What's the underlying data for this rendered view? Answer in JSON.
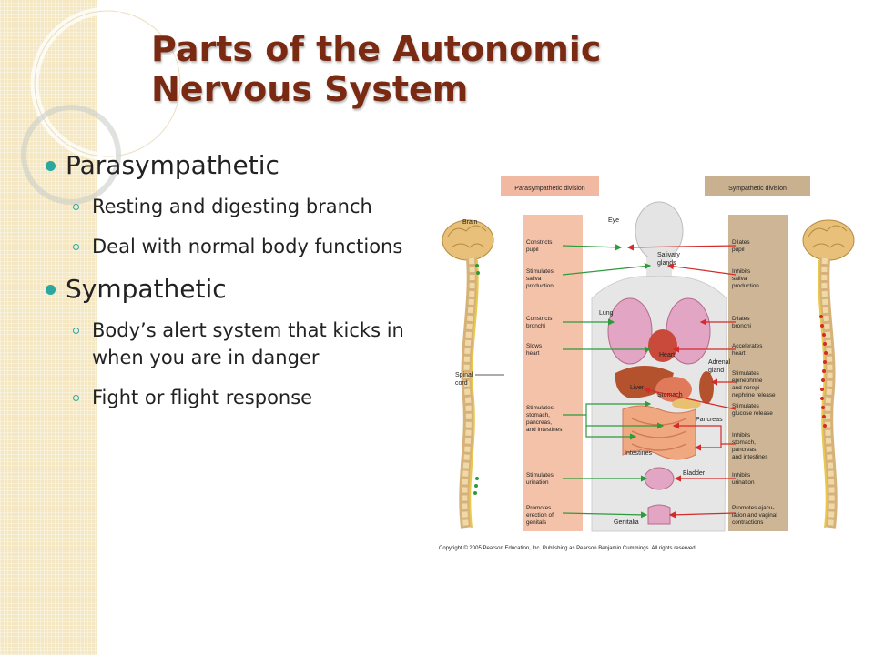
{
  "slide": {
    "title_line1": "Parts of the Autonomic",
    "title_line2": "Nervous System",
    "bullets": [
      {
        "label": "Parasympathetic",
        "subs": [
          "Resting and digesting branch",
          "Deal with normal body functions"
        ]
      },
      {
        "label": "Sympathetic",
        "subs": [
          "Body’s alert system that kicks in when you are in danger",
          "Fight or flight response"
        ]
      }
    ],
    "colors": {
      "title": "#7a2a12",
      "bullet": "#2aa7a0",
      "left_strip": "#f4e7c2"
    }
  },
  "figure": {
    "header_left": "Parasympathetic division",
    "header_right": "Sympathetic division",
    "organ_labels": {
      "brain": "Brain",
      "eye": "Eye",
      "salivary_1": "Salivary",
      "salivary_2": "glands",
      "lung": "Lung",
      "heart": "Heart",
      "adrenal_1": "Adrenal",
      "adrenal_2": "gland",
      "liver": "Liver",
      "stomach": "Stomach",
      "pancreas": "Pancreas",
      "intestines": "Intestines",
      "bladder": "Bladder",
      "genitalia": "Genitalia",
      "spinal_1": "Spinal",
      "spinal_2": "cord"
    },
    "left_effects": [
      [
        "Constricts",
        "pupil"
      ],
      [
        "Stimulates",
        "saliva",
        "production"
      ],
      [
        "Constricts",
        "bronchi"
      ],
      [
        "Slows",
        "heart"
      ],
      [
        "Stimulates",
        "stomach,",
        "pancreas,",
        "and intestines"
      ],
      [
        "Stimulates",
        "urination"
      ],
      [
        "Promotes",
        "erection of",
        "genitals"
      ]
    ],
    "right_effects": [
      [
        "Dilates",
        "pupil"
      ],
      [
        "Inhibits",
        "saliva",
        "production"
      ],
      [
        "Dilates",
        "bronchi"
      ],
      [
        "Accelerates",
        "heart"
      ],
      [
        "Stimulates",
        "epinephrine",
        "and norepi-",
        "nephrine release"
      ],
      [
        "Stimulates",
        "glucose release"
      ],
      [
        "Inhibits",
        "stomach,",
        "pancreas,",
        "and intestines"
      ],
      [
        "Inhibits",
        "urination"
      ],
      [
        "Promotes ejacu-",
        "lation and vaginal",
        "contractions"
      ]
    ],
    "copyright": "Copyright © 2005 Pearson Education, Inc. Publishing as Pearson Benjamin Cummings. All rights reserved.",
    "colors": {
      "parasympathetic_band": "#f4c2a8",
      "sympathetic_band": "#cdb595",
      "header_left_bg": "#f2b9a2",
      "header_right_bg": "#c9b08f",
      "green_arrow": "#2f9a3c",
      "red_arrow": "#d42a2a"
    }
  }
}
